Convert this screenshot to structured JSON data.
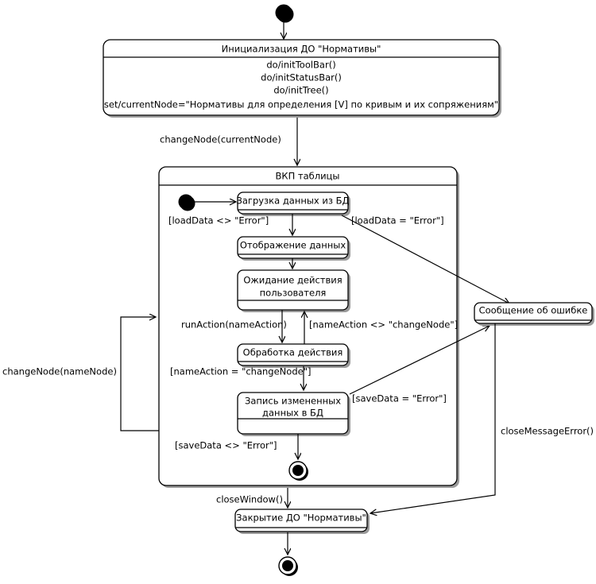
{
  "diagram": {
    "type": "uml-state-machine",
    "title": "",
    "language": "ru"
  },
  "states": {
    "init_pseudostate": {
      "name": "initial-state",
      "label": ""
    },
    "initialization": {
      "label": "Инициализация ДО \"Нормативы\"",
      "actions": [
        "do/initToolBar()",
        "do/initStatusBar()",
        "do/initTree()",
        "set/currentNode=\"Нормативы для определения [V] по кривым и их сопряжениям\""
      ]
    },
    "composite": {
      "label": "ВКП таблицы"
    },
    "load_data": {
      "label": "Загрузка данных из БД"
    },
    "show_data": {
      "label": "Отображение данных"
    },
    "wait_action": {
      "label_line1": "Ожидание действия",
      "label_line2": "пользователя"
    },
    "process_action": {
      "label": "Обработка действия"
    },
    "save_data": {
      "label_line1": "Запись измененных",
      "label_line2": "данных в БД"
    },
    "error_message": {
      "label": "Сообщение об ошибке"
    },
    "close_do": {
      "label": "Закрытие ДО \"Нормативы\""
    },
    "inner_final": {
      "name": "inner-final-state",
      "label": ""
    },
    "outer_final": {
      "name": "outer-final-state",
      "label": ""
    }
  },
  "transitions": {
    "init_to_composite": {
      "label": "changeNode(currentNode)"
    },
    "load_ok": {
      "label": "[loadData <> \"Error\"]"
    },
    "load_error": {
      "label": "[loadData = \"Error\"]"
    },
    "run_action": {
      "label": "runAction(nameAction)"
    },
    "action_not_change": {
      "label": "[nameAction <> \"changeNode\"]"
    },
    "action_change": {
      "label": "[nameAction = \"changeNode\"]"
    },
    "save_error": {
      "label": "[saveData = \"Error\"]"
    },
    "save_ok": {
      "label": "[saveData <> \"Error\"]"
    },
    "change_node": {
      "label": "changeNode(nameNode)"
    },
    "close_window": {
      "label": "closeWindow()"
    },
    "close_message_error": {
      "label": "closeMessageError()"
    }
  },
  "colors": {
    "stroke": "#000000",
    "fill": "#ffffff",
    "shadow": "#9a9a9a"
  }
}
